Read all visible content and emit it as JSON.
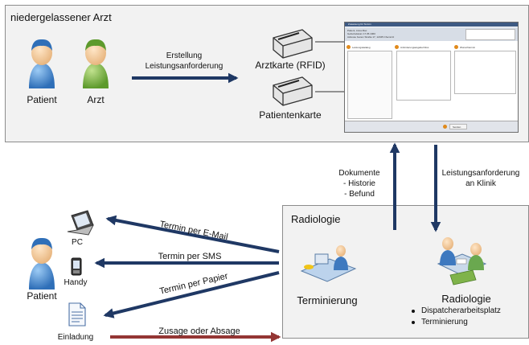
{
  "top_box": {
    "title": "niedergelassener Arzt",
    "patient_label": "Patient",
    "arzt_label": "Arzt",
    "arrow_label_line1": "Erstellung",
    "arrow_label_line2": "Leistungsanforderung",
    "arztkarte_label": "Arztkarte (RFID)",
    "patientenkarte_label": "Patientenkarte"
  },
  "form_thumbnail": {
    "header": "Zuweisung für Termin",
    "patient_line1": "Patient, Anna Max",
    "patient_line2": "Geburtsdatum 17.05.1960",
    "patient_line3": "Adresse Ivanov Straße 17, 12345 Chemnitz",
    "section1": "Leistungskatalog",
    "section2": "Anforderungsangabe/Infos",
    "section3": "Wunschtermin",
    "footer_button": "Senden"
  },
  "middle": {
    "left_lines": [
      "Dokumente",
      "- Historie",
      "- Befund"
    ],
    "right_lines": [
      "Leistungsanforderung",
      "an Klinik"
    ]
  },
  "radiologie_box": {
    "title": "Radiologie",
    "terminierung_label": "Terminierung",
    "radiologie_label": "Radiologie",
    "bullets": [
      "Dispatcherarbeitsplatz",
      "Terminierung"
    ]
  },
  "bottom_left": {
    "patient_label": "Patient",
    "pc_label": "PC",
    "handy_label": "Handy",
    "einladung_label": "Einladung",
    "arrow_email": "Termin per E-Mail",
    "arrow_sms": "Termin per SMS",
    "arrow_papier": "Termin per Papier",
    "arrow_zusage": "Zusage oder Absage"
  },
  "colors": {
    "arrow_blue": "#1f3864",
    "arrow_red": "#943634",
    "box_bg": "#f2f2f2",
    "patient_blue": "#4a8fd6",
    "arzt_green": "#7ab648"
  }
}
